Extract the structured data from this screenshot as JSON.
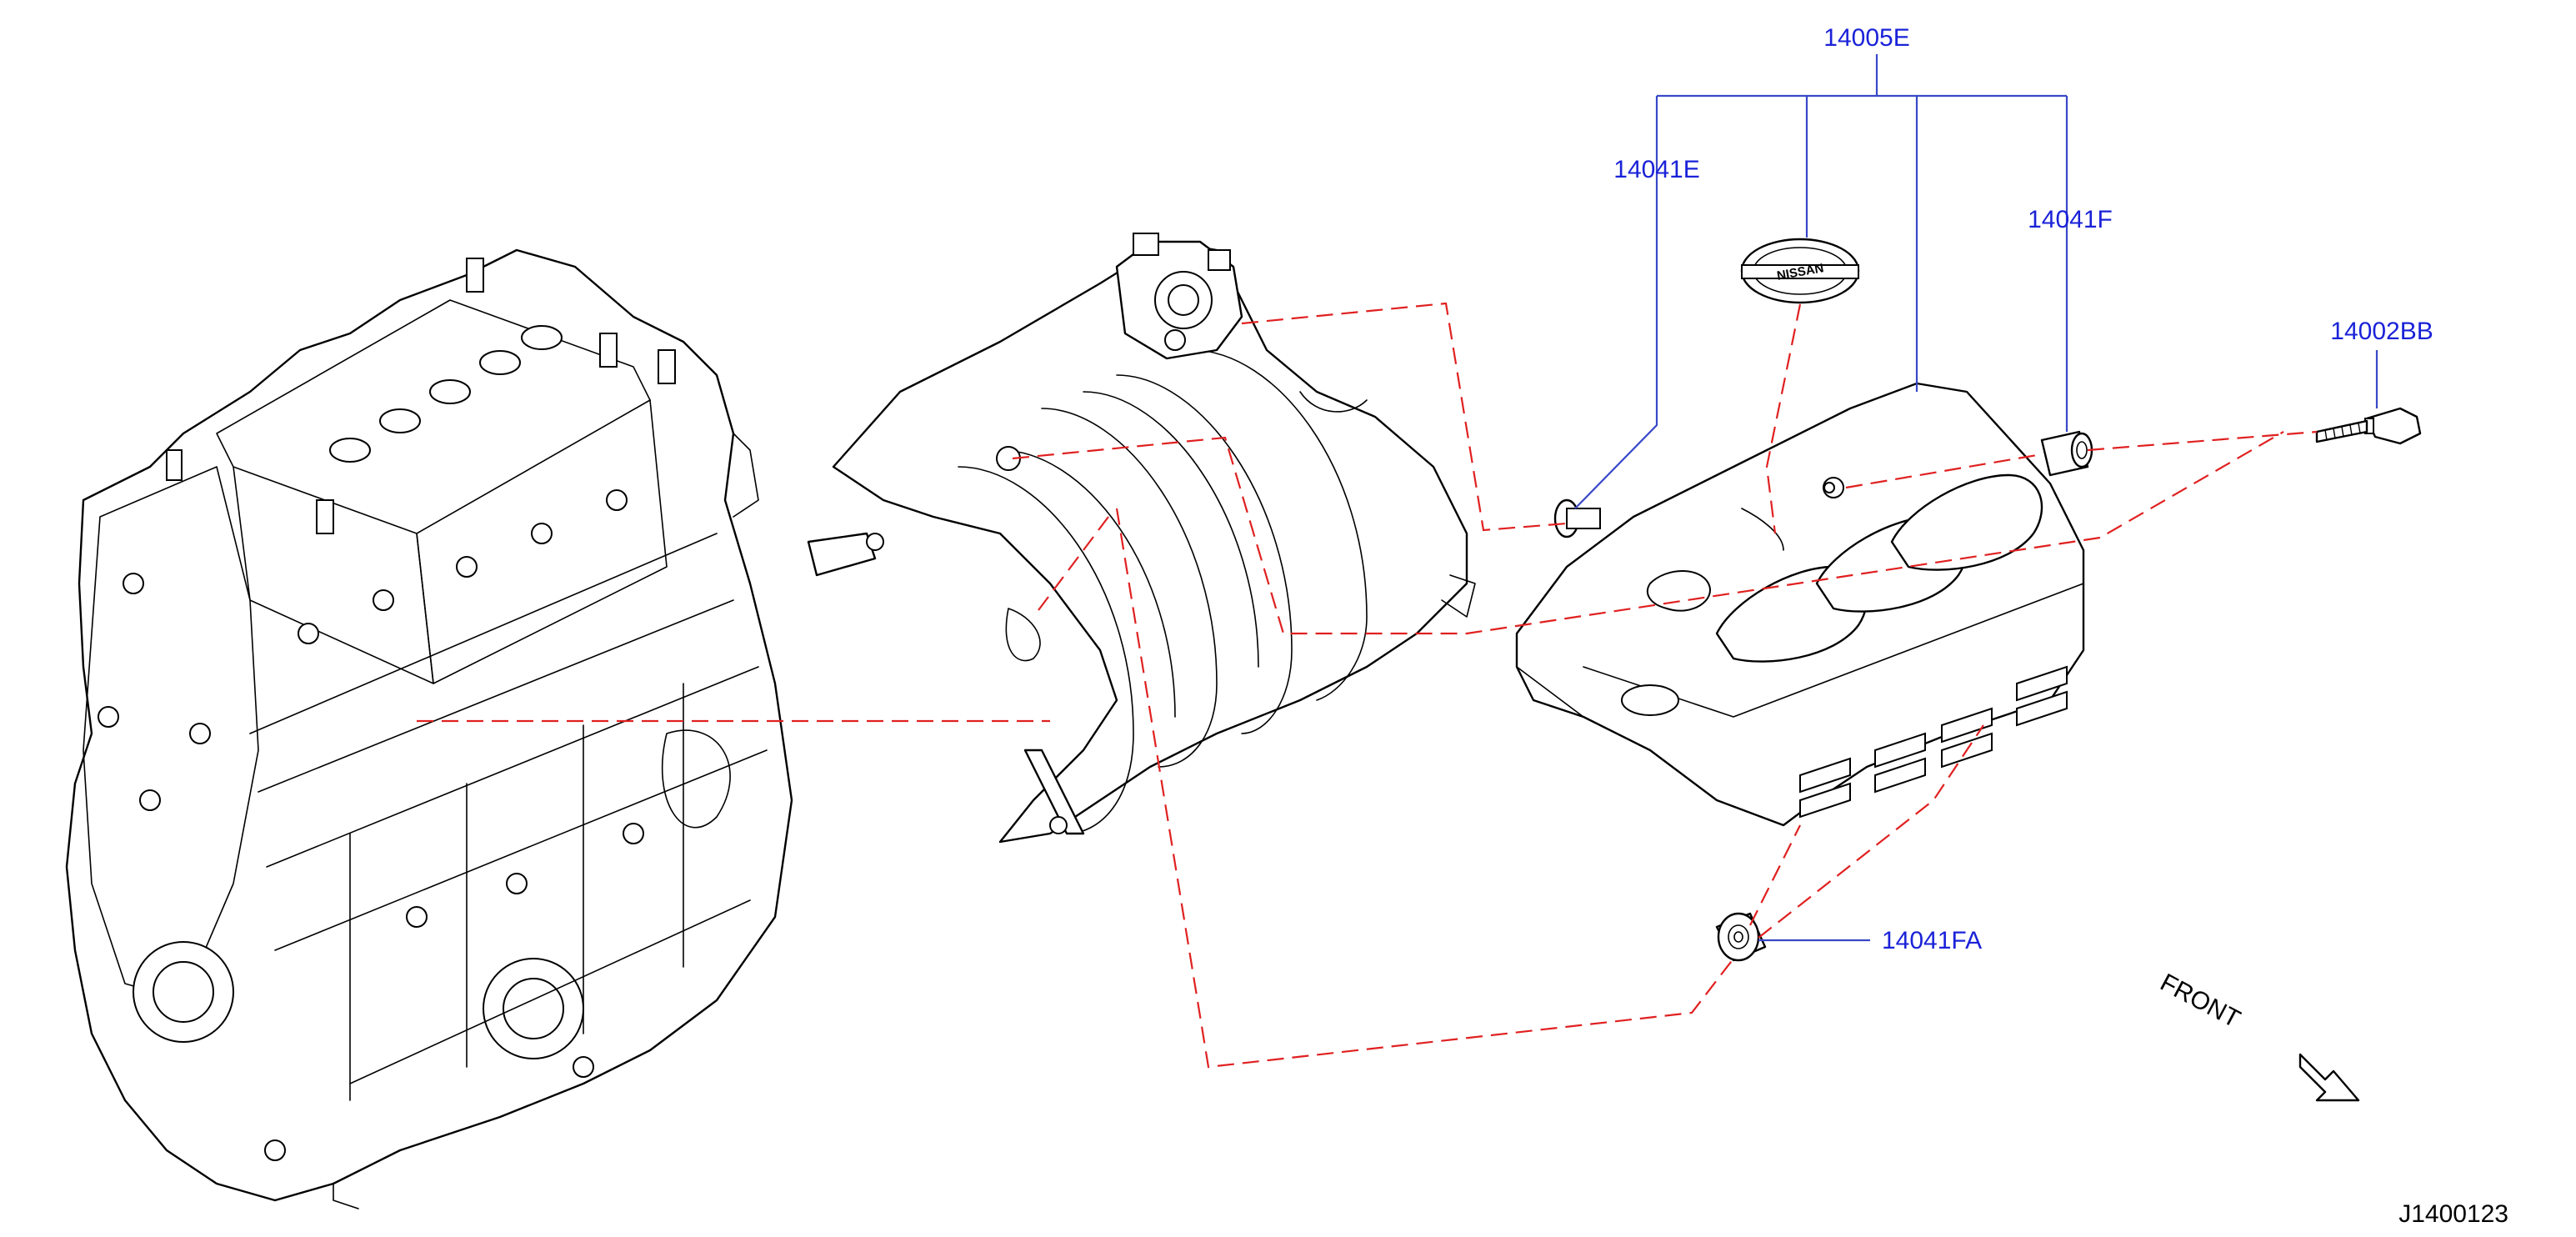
{
  "diagram_id": "J1400123",
  "front_label": "FRONT",
  "logo_text": "NISSAN",
  "parts": [
    {
      "ref": "14005E"
    },
    {
      "ref": "14041E"
    },
    {
      "ref": "14041F"
    },
    {
      "ref": "14002BB"
    },
    {
      "ref": "14041FA"
    }
  ],
  "colors": {
    "part_label": "#1a22d8",
    "leader_line": "#3848c8",
    "dashed_connector": "#e02020",
    "line_art": "#000000"
  }
}
